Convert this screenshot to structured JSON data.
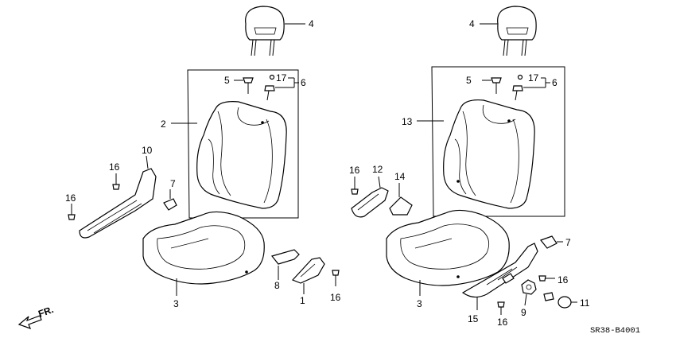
{
  "diagram_code": "SR38-B4001",
  "direction_label": "FR.",
  "callouts": {
    "left": {
      "headrest": "4",
      "upper_bolt": "5",
      "bolt_17": "17",
      "bolt_group": "6",
      "back_cover": "2",
      "recliner_cover": "10",
      "clip_a": "16",
      "clip_b": "16",
      "knob": "7",
      "cushion": "3",
      "bracket": "8",
      "side_cover": "1",
      "clip_c": "16"
    },
    "right": {
      "headrest": "4",
      "upper_bolt": "5",
      "bolt_17": "17",
      "bolt_group": "6",
      "back_cover": "13",
      "recliner_cover": "12",
      "clip_a": "16",
      "lever_cover": "14",
      "knob": "7",
      "cushion": "3",
      "height_cover": "15",
      "clip_b": "16",
      "clip_c": "16",
      "lever": "9",
      "cap": "11"
    }
  }
}
